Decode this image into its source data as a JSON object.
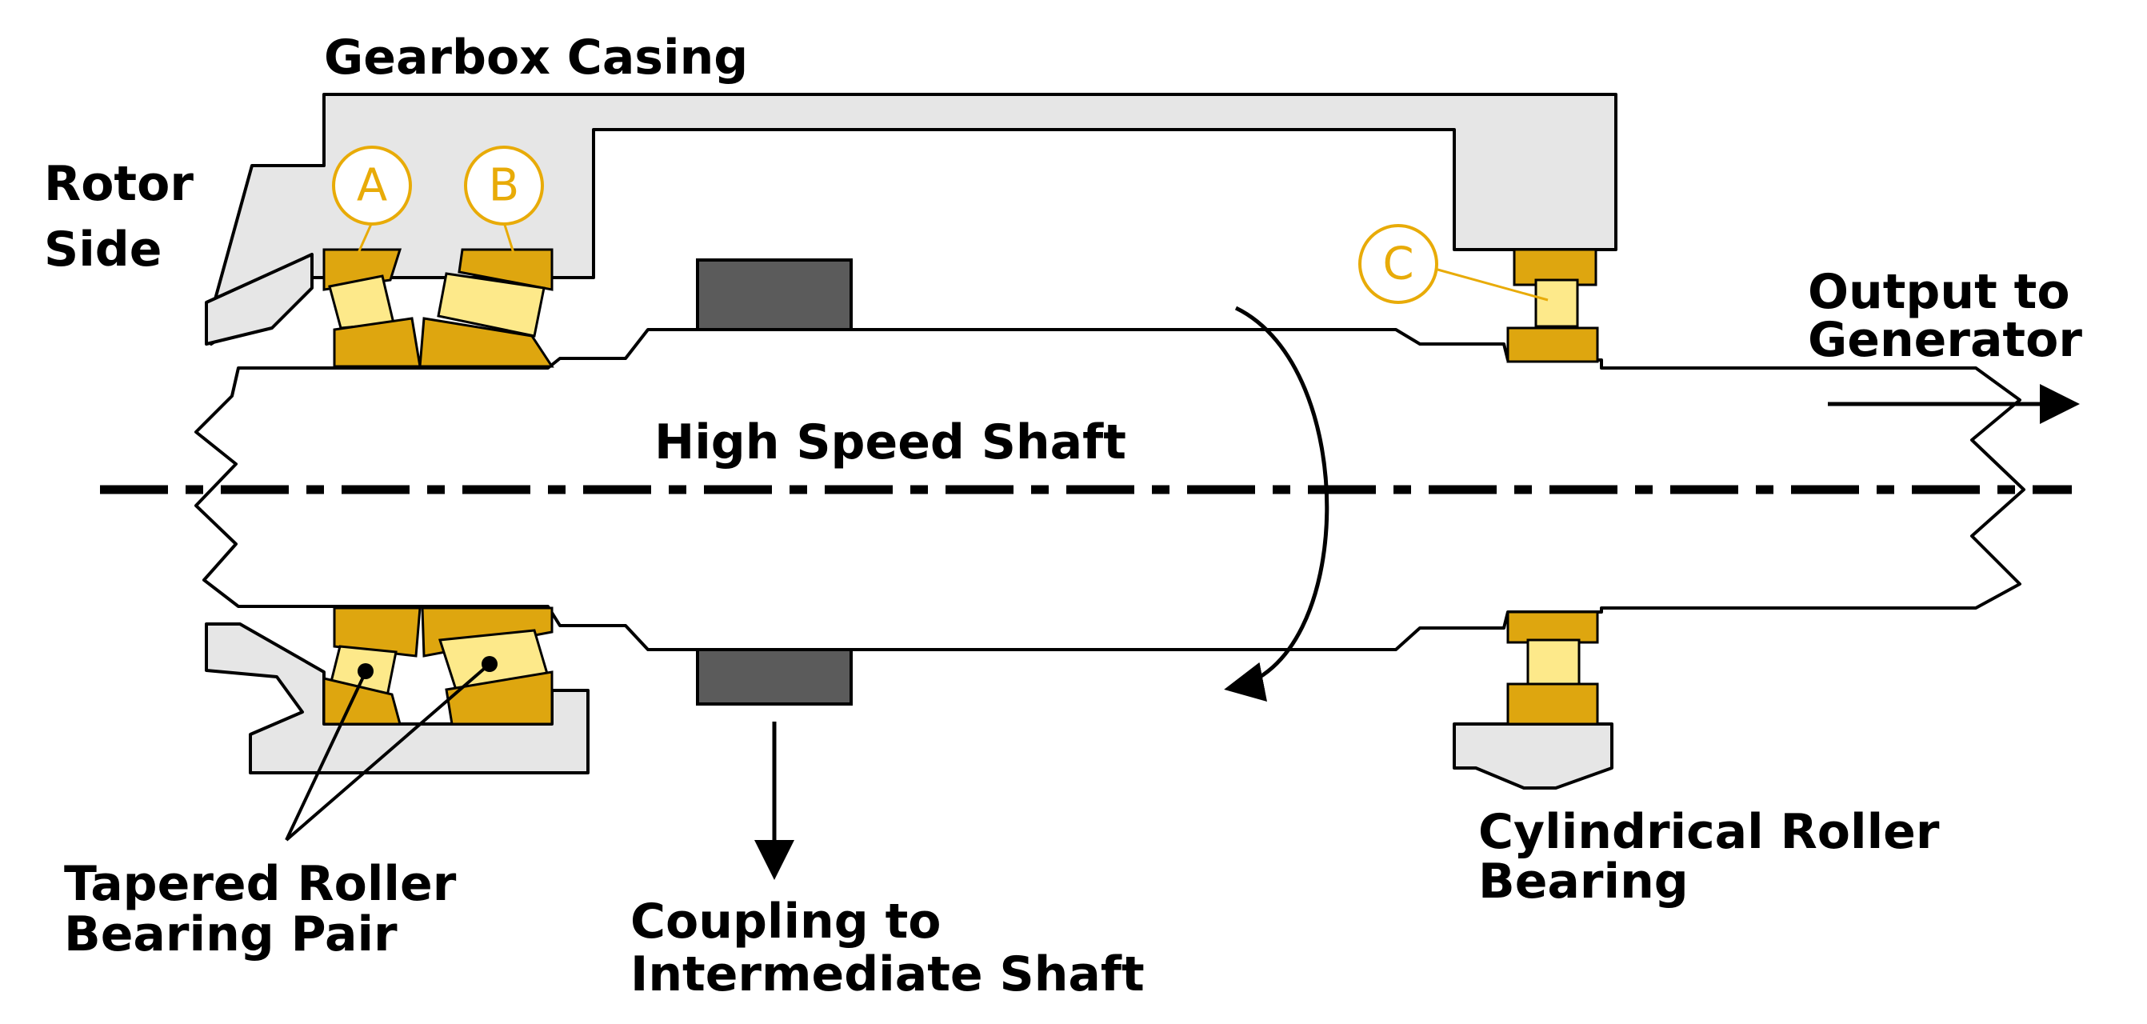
{
  "labels": {
    "gearbox_casing": "Gearbox Casing",
    "rotor_side": [
      "Rotor",
      "Side"
    ],
    "output_to_generator": [
      "Output to",
      "Generator"
    ],
    "high_speed_shaft": "High Speed Shaft",
    "tapered_roller_bearing_pair": [
      "Tapered Roller",
      "Bearing Pair"
    ],
    "coupling_to_intermediate_shaft": [
      "Coupling to",
      "Intermediate Shaft"
    ],
    "cylindrical_roller_bearing": [
      "Cylindrical Roller",
      "Bearing"
    ]
  },
  "callouts": {
    "a": "A",
    "b": "B",
    "c": "C"
  },
  "colors": {
    "casing": "#e6e6e6",
    "bearing_race": "#dea60f",
    "roller": "#fde98a",
    "coupling": "#5b5b5b",
    "callout": "#e8ab08",
    "outline": "#000000"
  }
}
